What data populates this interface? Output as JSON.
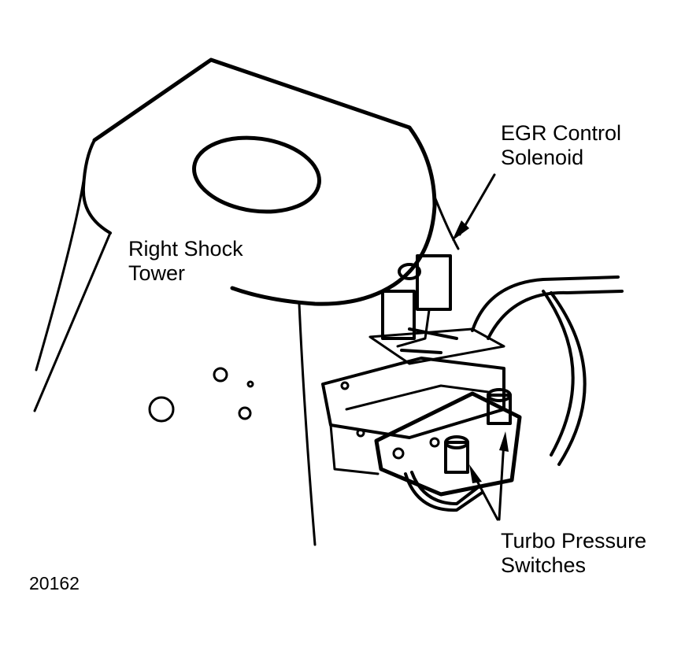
{
  "labels": {
    "shock_tower": {
      "line1": "Right Shock",
      "line2": "Tower"
    },
    "egr_solenoid": {
      "line1": "EGR Control",
      "line2": "Solenoid"
    },
    "turbo_switches": {
      "line1": "Turbo Pressure",
      "line2": "Switches"
    }
  },
  "figure_number": "20162",
  "colors": {
    "ink": "#000000",
    "paper": "#ffffff"
  }
}
